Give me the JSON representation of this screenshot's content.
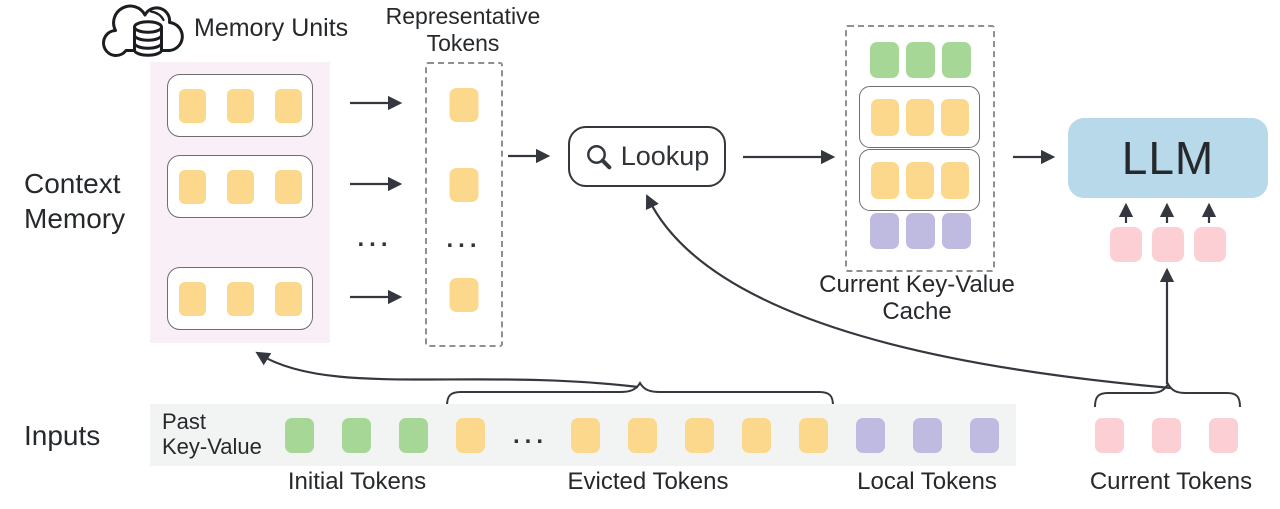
{
  "colors": {
    "token_yellow": "#FBD88C",
    "token_green": "#A7D797",
    "token_purple": "#BFBAE0",
    "token_pink": "#FBCFD4",
    "llm_blue": "#B7D9EA",
    "memory_panel_pink": "#F9EFF7",
    "input_strip_gray": "#F2F4F4",
    "line_dark": "#34383E",
    "icon_black": "#1C1D20"
  },
  "labels": {
    "memory_units": "Memory Units",
    "representative_tokens": "Representative Tokens",
    "context_memory": "Context Memory",
    "lookup": "Lookup",
    "current_kv_cache_line1": "Current Key-Value",
    "current_kv_cache_line2": "Cache",
    "llm": "LLM",
    "inputs": "Inputs",
    "past_key_value_line1": "Past",
    "past_key_value_line2": "Key-Value",
    "initial_tokens": "Initial Tokens",
    "evicted_tokens": "Evicted Tokens",
    "local_tokens": "Local Tokens",
    "current_tokens": "Current Tokens",
    "ellipsis": "..."
  },
  "context_memory": {
    "rows": [
      {
        "count": 3,
        "color": "token_yellow",
        "name": "memory-unit-token"
      },
      {
        "count": 3,
        "color": "token_yellow",
        "name": "memory-unit-token"
      },
      {
        "count": 3,
        "color": "token_yellow",
        "name": "memory-unit-token"
      }
    ]
  },
  "representative": {
    "tokens": [
      {
        "count": 1,
        "color": "token_yellow",
        "name": "representative-token"
      },
      {
        "count": 1,
        "color": "token_yellow",
        "name": "representative-token"
      },
      {
        "count": 1,
        "color": "token_yellow",
        "name": "representative-token"
      }
    ]
  },
  "kv_cache": {
    "rows": [
      {
        "count": 3,
        "color": "token_green",
        "name": "initial-token"
      },
      {
        "count": 3,
        "color": "token_yellow",
        "name": "retrieved-memory-token"
      },
      {
        "count": 3,
        "color": "token_yellow",
        "name": "retrieved-memory-token"
      },
      {
        "count": 3,
        "color": "token_purple",
        "name": "local-token"
      }
    ]
  },
  "inputs_strip": {
    "groups": [
      {
        "count": 3,
        "color": "token_green",
        "name": "initial-token"
      },
      {
        "count": 1,
        "color": "token_yellow",
        "name": "evicted-token"
      },
      {
        "count": 5,
        "color": "token_yellow",
        "name": "evicted-token"
      },
      {
        "count": 3,
        "color": "token_purple",
        "name": "local-token"
      }
    ]
  },
  "current_tokens": {
    "count": 3,
    "color": "token_pink",
    "name": "current-token"
  },
  "llm_feed_tokens": {
    "count": 3,
    "color": "token_pink",
    "name": "current-token"
  }
}
